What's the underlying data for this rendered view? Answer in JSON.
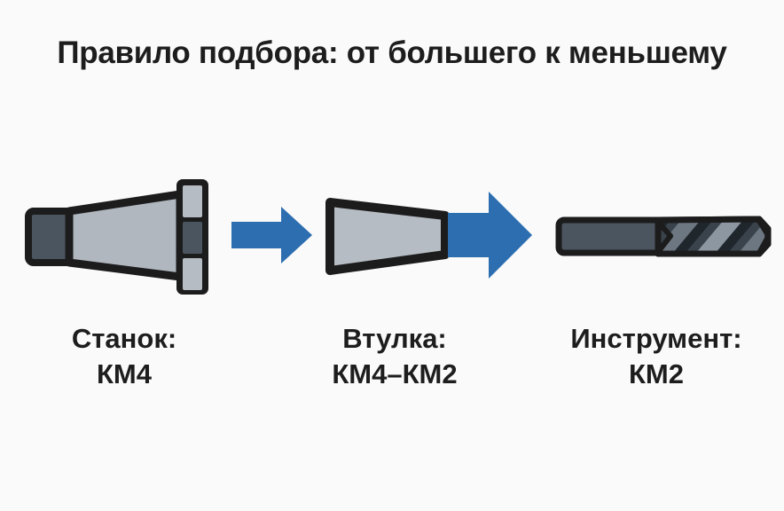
{
  "page": {
    "background_color": "#fafafa",
    "text_color": "#1d1d1d",
    "accent_blue": "#2d6eb0",
    "metal_light": "#b6bcc4",
    "metal_mid": "#9aa2ac",
    "metal_dark": "#4b555f",
    "outline": "#1c1c1c"
  },
  "title": "Правило подбора: от большего к меньшему",
  "items": [
    {
      "id": "machine",
      "icon": "machine-spindle-taper-icon",
      "label_line1": "Станок:",
      "label_line2": "КМ4"
    },
    {
      "id": "sleeve",
      "icon": "taper-sleeve-icon",
      "label_line1": "Втулка:",
      "label_line2": "КМ4–КМ2"
    },
    {
      "id": "tool",
      "icon": "twist-drill-bit-icon",
      "label_line1": "Инструмент:",
      "label_line2": "КМ2"
    }
  ],
  "arrows": [
    {
      "id": "arrow-1",
      "direction": "right",
      "color": "#2d6eb0"
    },
    {
      "id": "arrow-2",
      "direction": "right",
      "color": "#2d6eb0"
    }
  ]
}
